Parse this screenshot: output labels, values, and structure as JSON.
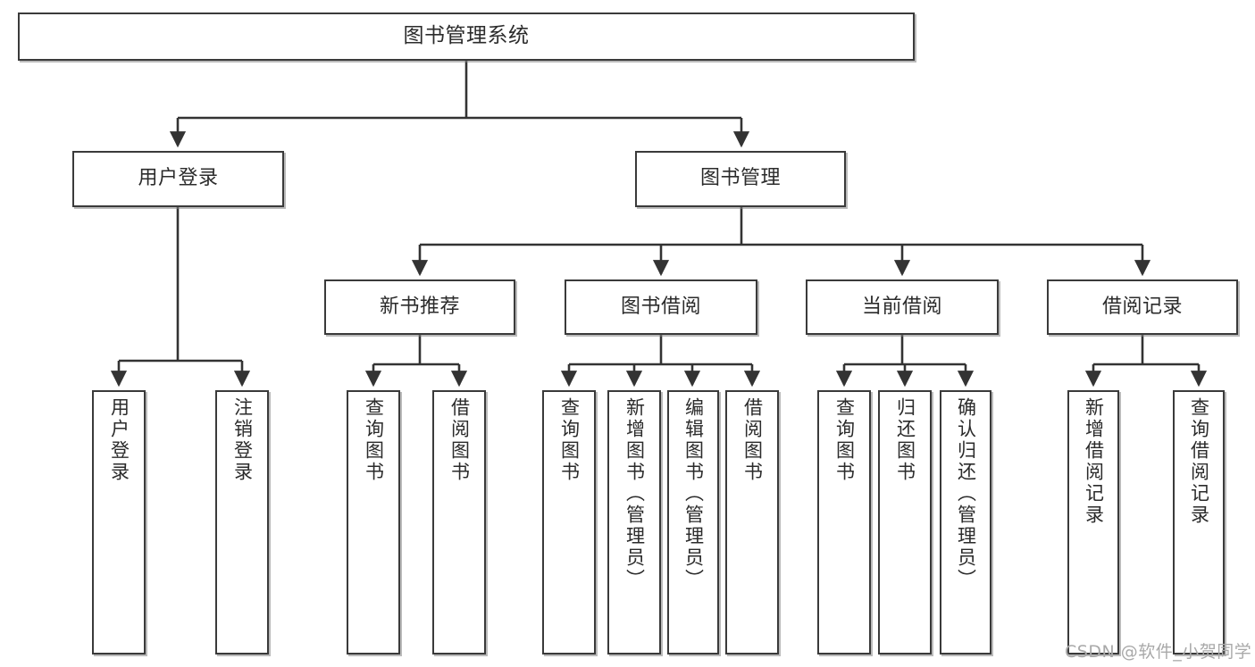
{
  "diagram": {
    "title": "图书管理系统",
    "type": "tree",
    "root": {
      "label": "图书管理系统"
    },
    "level2": [
      {
        "label": "用户登录"
      },
      {
        "label": "图书管理"
      }
    ],
    "level3": [
      {
        "label": "新书推荐"
      },
      {
        "label": "图书借阅"
      },
      {
        "label": "当前借阅"
      },
      {
        "label": "借阅记录"
      }
    ],
    "leaves": {
      "user_login": [
        {
          "label": "用户登录"
        },
        {
          "label": "注销登录"
        }
      ],
      "new_book_recommend": [
        {
          "label": "查询图书"
        },
        {
          "label": "借阅图书"
        }
      ],
      "book_borrow": [
        {
          "label": "查询图书"
        },
        {
          "label": "新增图书（管理员）"
        },
        {
          "label": "编辑图书（管理员）"
        },
        {
          "label": "借阅图书"
        }
      ],
      "current_borrow": [
        {
          "label": "查询图书"
        },
        {
          "label": "归还图书"
        },
        {
          "label": "确认归还（管理员）"
        }
      ],
      "borrow_record": [
        {
          "label": "新增借阅记录"
        },
        {
          "label": "查询借阅记录"
        }
      ]
    }
  },
  "watermark": {
    "text": "CSDN @软件_小贺同学"
  },
  "colors": {
    "background": "#ffffff",
    "box_border": "#3a3a3a",
    "box_fill": "#ffffff",
    "text": "#2b2b2b",
    "edge": "#333333",
    "shadow": "#828282",
    "watermark": "#a9a9a9"
  }
}
